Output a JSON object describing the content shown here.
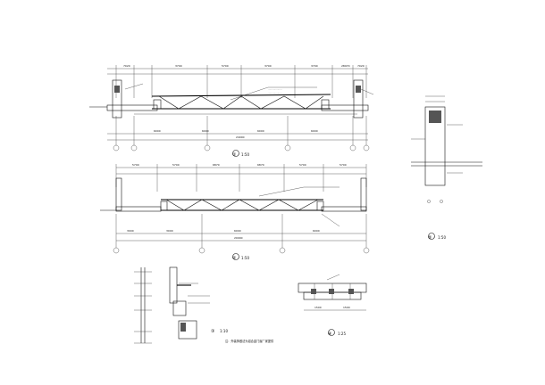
{
  "drawing": {
    "section_1": {
      "number": "①",
      "scale": "1:50",
      "dims_top": [
        "7020",
        "3700",
        "5700",
        "3700",
        "3700",
        "28970",
        "7020"
      ],
      "dims_bottom": [
        "6000",
        "6000",
        "6000",
        "6000"
      ],
      "total": "24000"
    },
    "section_2": {
      "number": "②",
      "scale": "1:50",
      "dims_top": [
        "5700",
        "5700",
        "6870",
        "6870",
        "5700",
        "5700"
      ],
      "dims_bottom": [
        "3000",
        "3000",
        "6000",
        "6000"
      ],
      "total": "20000"
    },
    "detail_3": {
      "number": "③",
      "scale": "1:10"
    },
    "detail_4": {
      "number": "④",
      "scale": "1:25",
      "dims": [
        "1500",
        "1500"
      ]
    },
    "detail_5": {
      "number": "⑤",
      "scale": "1:50"
    },
    "note": "注：外装饰做法为铝合金门窗厂家提供"
  }
}
